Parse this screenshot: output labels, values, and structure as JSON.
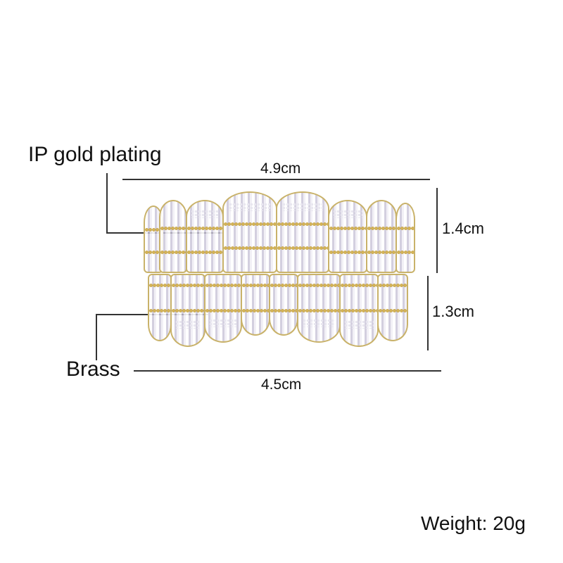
{
  "labels": {
    "material_top": "IP gold plating",
    "material_bottom": "Brass",
    "width_top": "4.9cm",
    "width_bottom": "4.5cm",
    "height_top": "1.4cm",
    "height_bottom": "1.3cm",
    "weight": "Weight: 20g"
  },
  "colors": {
    "background": "#ffffff",
    "text": "#111111",
    "lines": "#333333",
    "gold": "#c9b26a"
  },
  "product": {
    "subject": "gold-plated baguette CZ grillz set (upper and lower)",
    "upper_teeth": 8,
    "lower_teeth": 8
  }
}
